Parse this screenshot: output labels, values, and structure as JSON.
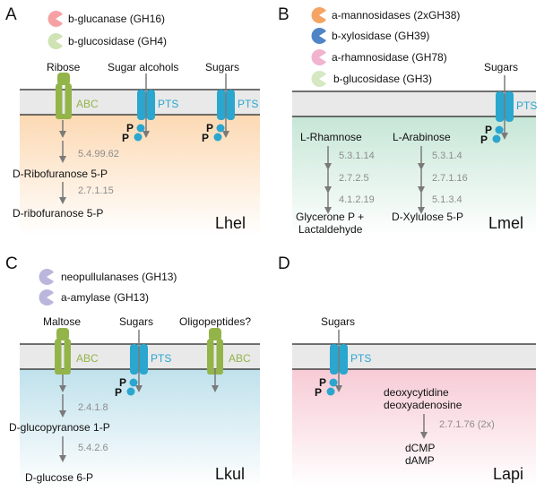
{
  "panels": {
    "A": {
      "letter": "A",
      "enzymes": [
        "b-glucanase (GH16)",
        "b-glucosidase (GH4)"
      ],
      "transporters": {
        "ribose": "Ribose",
        "sugar_alcohols": "Sugar alcohols",
        "sugars": "Sugars"
      },
      "abc": "ABC",
      "pts": "PTS",
      "pts2": "PTS",
      "pathway": {
        "ec1": "5.4.99.62",
        "met1": "D-Ribofuranose 5-P",
        "ec2": "2.7.1.15",
        "met2": "D-ribofuranose 5-P"
      },
      "p": "P",
      "organism": "Lhel",
      "colors": {
        "band": "#fde1bf"
      }
    },
    "B": {
      "letter": "B",
      "enzymes": [
        "a-mannosidases (2xGH38)",
        "b-xylosidase (GH39)",
        "a-rhamnosidase (GH78)",
        "b-glucosidase (GH3)"
      ],
      "transporters": {
        "sugars": "Sugars"
      },
      "pts": "PTS",
      "pathway_left": {
        "start": "L-Rhamnose",
        "ec1": "5.3.1.14",
        "ec2": "2.7.2.5",
        "ec3": "4.1.2.19",
        "end1": "Glycerone P +",
        "end2": "Lactaldehyde"
      },
      "pathway_right": {
        "start": "L-Arabinose",
        "ec1": "5.3.1.4",
        "ec2": "2.7.1.16",
        "ec3": "5.1.3.4",
        "end": "D-Xylulose 5-P"
      },
      "p": "P",
      "organism": "Lmel",
      "colors": {
        "band": "#cfeadd"
      }
    },
    "C": {
      "letter": "C",
      "enzymes": [
        "neopullulanases (GH13)",
        "a-amylase (GH13)"
      ],
      "transporters": {
        "maltose": "Maltose",
        "sugars": "Sugars",
        "oligopeptides": "Oligopeptides?"
      },
      "abc": "ABC",
      "pts": "PTS",
      "abc2": "ABC",
      "pathway": {
        "ec1": "2.4.1.8",
        "met1": "D-glucopyranose 1-P",
        "ec2": "5.4.2.6",
        "met2": "D-glucose 6-P"
      },
      "p": "P",
      "organism": "Lkul",
      "colors": {
        "band": "#c4e4ee"
      }
    },
    "D": {
      "letter": "D",
      "transporters": {
        "sugars": "Sugars"
      },
      "pts": "PTS",
      "pathway": {
        "start1": "deoxycytidine",
        "start2": "deoxyadenosine",
        "ec1": "2.7.1.76 (2x)",
        "end1": "dCMP",
        "end2": "dAMP"
      },
      "p": "P",
      "organism": "Lapi",
      "colors": {
        "band": "#f8d2dc"
      }
    }
  },
  "colors": {
    "membrane": "#e9e9e9",
    "abc": "#93b449",
    "pts": "#2aa6cf",
    "arrow": "#7a7a7a",
    "pie_salmon": "#f6a2a4",
    "pie_green": "#cfe3b4",
    "pie_orange": "#f5a464",
    "pie_blue": "#4f85c6",
    "pie_pink": "#f2b3cf",
    "pie_lightgreen": "#d6e8c2",
    "pie_lavender": "#bab6dc"
  }
}
